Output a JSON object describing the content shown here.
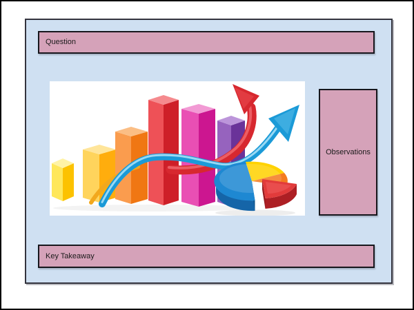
{
  "page": {
    "bg": "#ffffff",
    "border": "#000000"
  },
  "slide": {
    "panel": {
      "bg": "#cfe0f2",
      "border": "#33333d"
    },
    "text_color": "#1a1a1a",
    "boxes": {
      "bg": "#d5a2b9",
      "border": "#16161c",
      "question": {
        "label": "Question"
      },
      "observations": {
        "label": "Observations"
      },
      "key_takeaway": {
        "label": "Key Takeaway"
      }
    },
    "illustration": {
      "name": "3D bar chart with growth arrows and exploded pie chart clipart",
      "bg": "#ffffff",
      "bar_colors": [
        "#FFD21E",
        "#FFB612",
        "#F47B20",
        "#D7282F",
        "#D41E96",
        "#70399F"
      ],
      "arrows": {
        "red": "#D7282F",
        "blue": "#1B9AD7"
      },
      "pie": {
        "blue": "#1E88D2",
        "yellow": "#FFD200",
        "orange": "#F47B20",
        "red": "#E23B3B"
      }
    }
  }
}
